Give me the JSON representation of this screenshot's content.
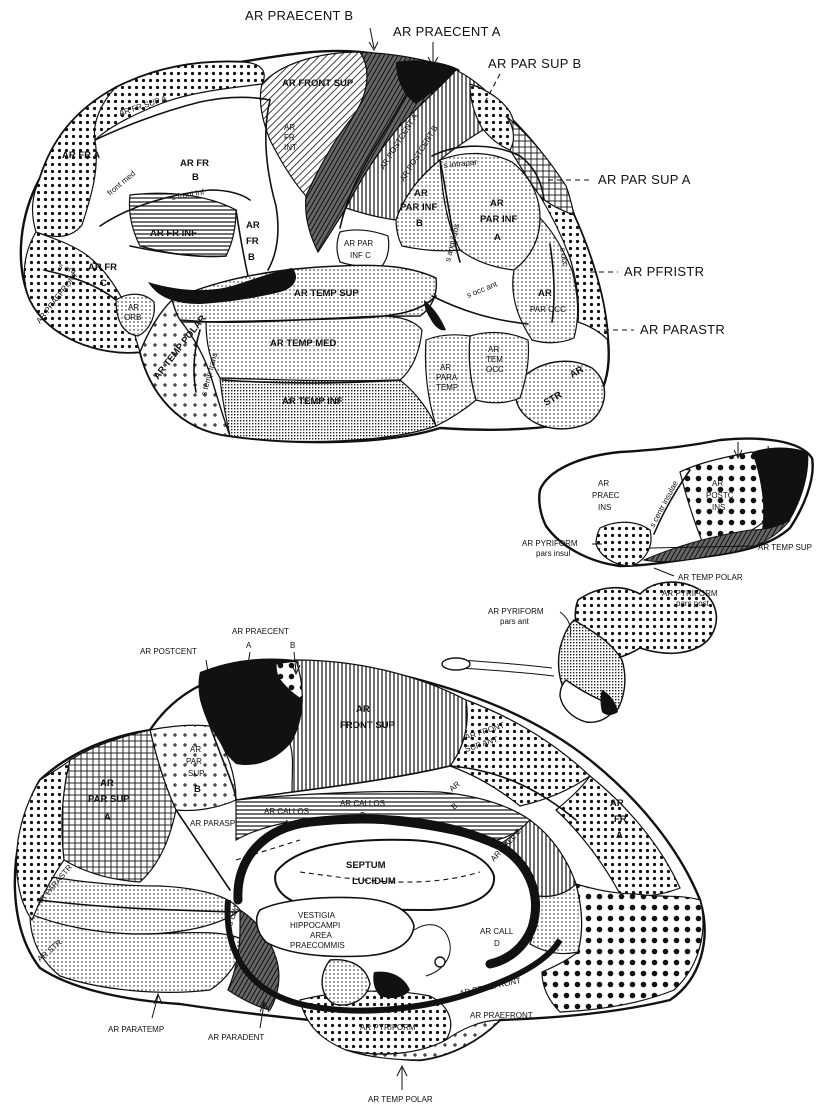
{
  "callouts": {
    "praecent_b": "AR PRAECENT B",
    "praecent_a": "AR PRAECENT A",
    "par_sup_b": "AR PAR SUP B",
    "par_sup_a": "AR PAR SUP A",
    "pfristr": "AR PFRISTR",
    "parastr": "AR PARASTR"
  },
  "lateral": {
    "fr_sup_a": "AR FR SUP A",
    "front_sup": "AR FRONT SUP",
    "fr_a": "AR FR A",
    "fr_b_1": "AR FR",
    "fr_b_2": "B",
    "fr_int_1": "AR",
    "fr_int_2": "FR",
    "fr_int_3": "INT",
    "postcent_a": "AR POSTCENT A",
    "postcent_b": "AR POSTCENT B",
    "s_front_med": "front med",
    "s_front_inf": "s front inf",
    "fr_inf": "AR FR INF",
    "fr_b2_1": "AR",
    "fr_b2_2": "FR",
    "fr_b2_3": "B",
    "par_inf_b_1": "AR",
    "par_inf_b_2": "PAR INF",
    "par_inf_b_3": "B",
    "par_inf_a_1": "AR",
    "par_inf_a_2": "PAR INF",
    "par_inf_a_3": "A",
    "par_inf_c_1": "AR PAR",
    "par_inf_c_2": "INF C",
    "s_intrapar": "s intrapar",
    "s_angularis": "s angularis",
    "s_occ": "s occ",
    "fr_c_1": "AR FR",
    "fr_c_2": "C",
    "praefront": "AR PRAEFRONT",
    "s_orb": "s orb",
    "orb_1": "AR",
    "orb_2": "ORB",
    "temp_sup": "AR TEMP SUP",
    "temp_polar": "AR TEMP POLAR",
    "s_temp_trans": "s temp trans",
    "temp_med": "AR TEMP MED",
    "temp_inf": "AR TEMP INF",
    "s_occ_ant": "s occ ant",
    "par_occ_1": "AR",
    "par_occ_2": "PAR OCC",
    "para_temp_1": "AR",
    "para_temp_2": "PARA",
    "para_temp_3": "TEMP",
    "tem_occ_1": "AR",
    "tem_occ_2": "TEM",
    "tem_occ_3": "OCC",
    "str_1": "AR",
    "str_2": "STR"
  },
  "insula": {
    "praec_ins_1": "AR",
    "praec_ins_2": "PRAEC",
    "praec_ins_3": "INS",
    "postc_ins_1": "AR",
    "postc_ins_2": "POSTC",
    "postc_ins_3": "INS",
    "s_centr_ins": "s centr insulae",
    "pyriform_insul_1": "AR PYRIFORM",
    "pyriform_insul_2": "pars insul",
    "temp_sup": "AR TEMP SUP",
    "temp_polar": "AR TEMP POLAR",
    "pyriform_post_1": "AR PYRIFORM",
    "pyriform_post_2": "pars post",
    "pyriform_ant_1": "AR PYRIFORM",
    "pyriform_ant_2": "pars ant"
  },
  "medial": {
    "postcent": "AR POSTCENT",
    "praecent": "AR PRAECENT",
    "praecent_a": "A",
    "praecent_b": "B",
    "front_sup_1": "AR",
    "front_sup_2": "FRONT SUP",
    "front_sup_ant_1": "AR FRONT",
    "front_sup_ant_2": "SUP ANT",
    "par_sup_b_1": "AR",
    "par_sup_b_2": "PAR",
    "par_sup_b_3": "SUP",
    "par_sup_b_4": "B",
    "par_sup_a_1": "AR",
    "par_sup_a_2": "PAR SUP",
    "par_sup_a_3": "A",
    "callos_a_1": "AR CALLOS",
    "callos_a_2": "A",
    "callos_b_1": "AR CALLOS",
    "callos_b_2": "B",
    "ar_b_1": "AR",
    "ar_b_2": "B",
    "fr_a_1": "AR",
    "fr_a_2": "FR",
    "fr_a_3": "A",
    "parasp": "AR PARASPL",
    "call_c": "AR CALL C",
    "septum_1": "SEPTUM",
    "septum_2": "LUCIDUM",
    "vestigia_1": "VESTIGIA",
    "vestigia_2": "HIPPOCAMPI",
    "vestigia_3": "AREA",
    "vestigia_4": "PRAECOMMIS",
    "call_d_1": "AR CALL",
    "call_d_2": "D",
    "parastr": "AR PARASTR",
    "str": "AR STR",
    "s_calc": "s calc",
    "praefront_1": "AR PRAEFRONT",
    "praefront_2": "AR PRAEFRONT",
    "pyriform": "AR PYRIFORM",
    "paratemp": "AR PARATEMP",
    "paradent": "AR PARADENT",
    "temp_polar": "AR TEMP POLAR"
  }
}
